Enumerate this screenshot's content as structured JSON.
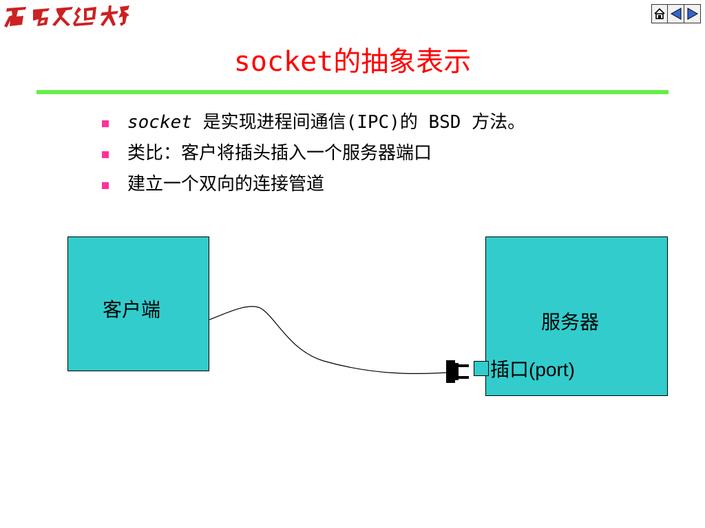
{
  "logo": {
    "text": "西南交通大学"
  },
  "nav": {
    "home_icon": "home-icon",
    "prev_icon": "triangle-left-icon",
    "next_icon": "triangle-right-icon"
  },
  "slide": {
    "title": "socket的抽象表示",
    "bullets": [
      {
        "em": "socket",
        "text": " 是实现进程间通信(IPC)的 BSD 方法。"
      },
      {
        "em": "",
        "text": "类比：客户将插头插入一个服务器端口"
      },
      {
        "em": "",
        "text": "建立一个双向的连接管道"
      }
    ]
  },
  "diagram": {
    "client_label": "客户端",
    "server_label": "服务器",
    "port_label": "插口(port)"
  },
  "colors": {
    "title": "#ff0000",
    "rule": "#66ee44",
    "box": "#33cccc",
    "bullet": "#ff3399"
  }
}
